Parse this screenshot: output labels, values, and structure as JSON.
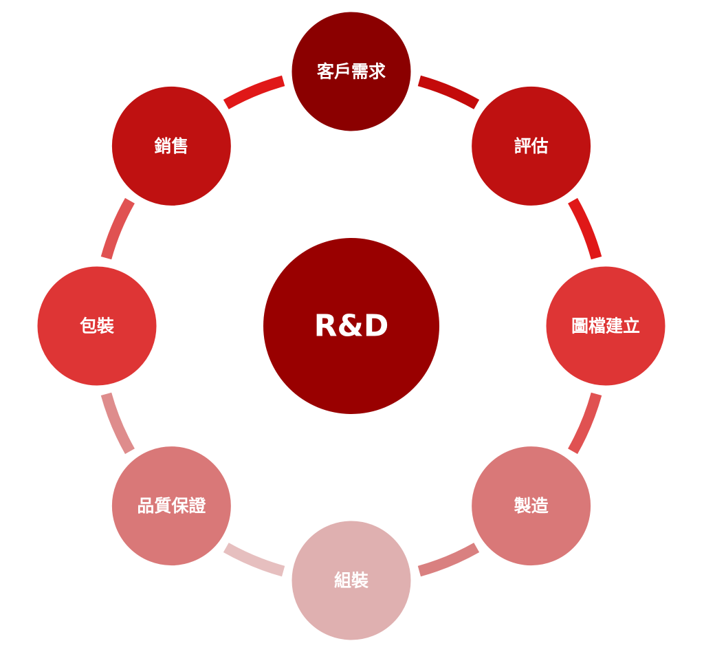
{
  "center": {
    "label": "R&D",
    "color": "#990000"
  },
  "nodes": [
    {
      "id": "customer-needs",
      "label": "客戶需求",
      "color": "#8B0000"
    },
    {
      "id": "evaluation",
      "label": "評估",
      "color": "#BF1111"
    },
    {
      "id": "drawing-setup",
      "label": "圖檔建立",
      "color": "#DE3535"
    },
    {
      "id": "manufacturing",
      "label": "製造",
      "color": "#D97878"
    },
    {
      "id": "assembly",
      "label": "組裝",
      "color": "#DFB0B0"
    },
    {
      "id": "quality-assurance",
      "label": "品質保證",
      "color": "#D97878"
    },
    {
      "id": "packaging",
      "label": "包裝",
      "color": "#DE3535"
    },
    {
      "id": "sales",
      "label": "銷售",
      "color": "#BF1111"
    }
  ],
  "connectors": [
    {
      "from": "customer-needs",
      "to": "evaluation",
      "color": "#C40A0A"
    },
    {
      "from": "evaluation",
      "to": "drawing-setup",
      "color": "#E01818"
    },
    {
      "from": "drawing-setup",
      "to": "manufacturing",
      "color": "#E05252"
    },
    {
      "from": "manufacturing",
      "to": "assembly",
      "color": "#D98080"
    },
    {
      "from": "assembly",
      "to": "quality-assurance",
      "color": "#E6BFBF"
    },
    {
      "from": "quality-assurance",
      "to": "packaging",
      "color": "#DE8C8C"
    },
    {
      "from": "packaging",
      "to": "sales",
      "color": "#E05252"
    },
    {
      "from": "sales",
      "to": "customer-needs",
      "color": "#E01818"
    }
  ]
}
